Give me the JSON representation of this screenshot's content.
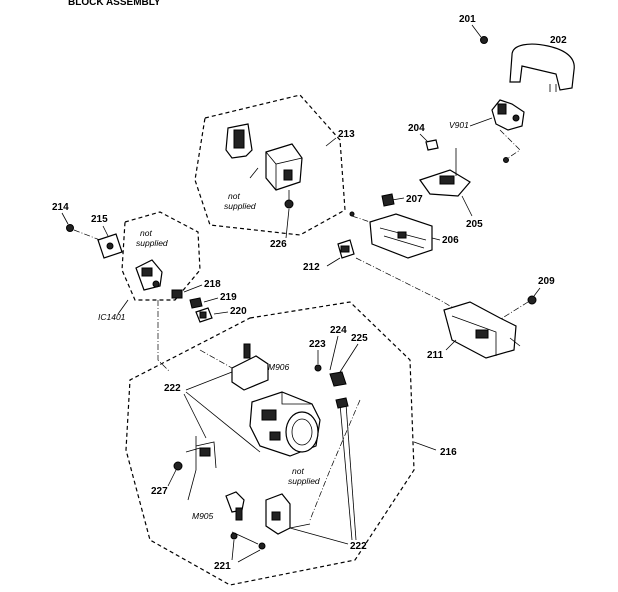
{
  "header": {
    "title": "BLOCK ASSEMBLY"
  },
  "labels": {
    "p201": "201",
    "p202": "202",
    "p204": "204",
    "p205": "205",
    "p206": "206",
    "p207": "207",
    "p209": "209",
    "p211": "211",
    "p212": "212",
    "p213": "213",
    "p214": "214",
    "p215": "215",
    "p216": "216",
    "p218": "218",
    "p219": "219",
    "p220": "220",
    "p221": "221",
    "p222a": "222",
    "p222b": "222",
    "p223": "223",
    "p224": "224",
    "p225": "225",
    "p226": "226",
    "p227": "227",
    "v901": "V901",
    "m906": "M906",
    "m905": "M905",
    "ic1401": "IC1401"
  },
  "notes": {
    "ns_213_l1": "not",
    "ns_213_l2": "supplied",
    "ns_ic_l1": "not",
    "ns_ic_l2": "supplied",
    "ns_216_l1": "not",
    "ns_216_l2": "supplied"
  }
}
